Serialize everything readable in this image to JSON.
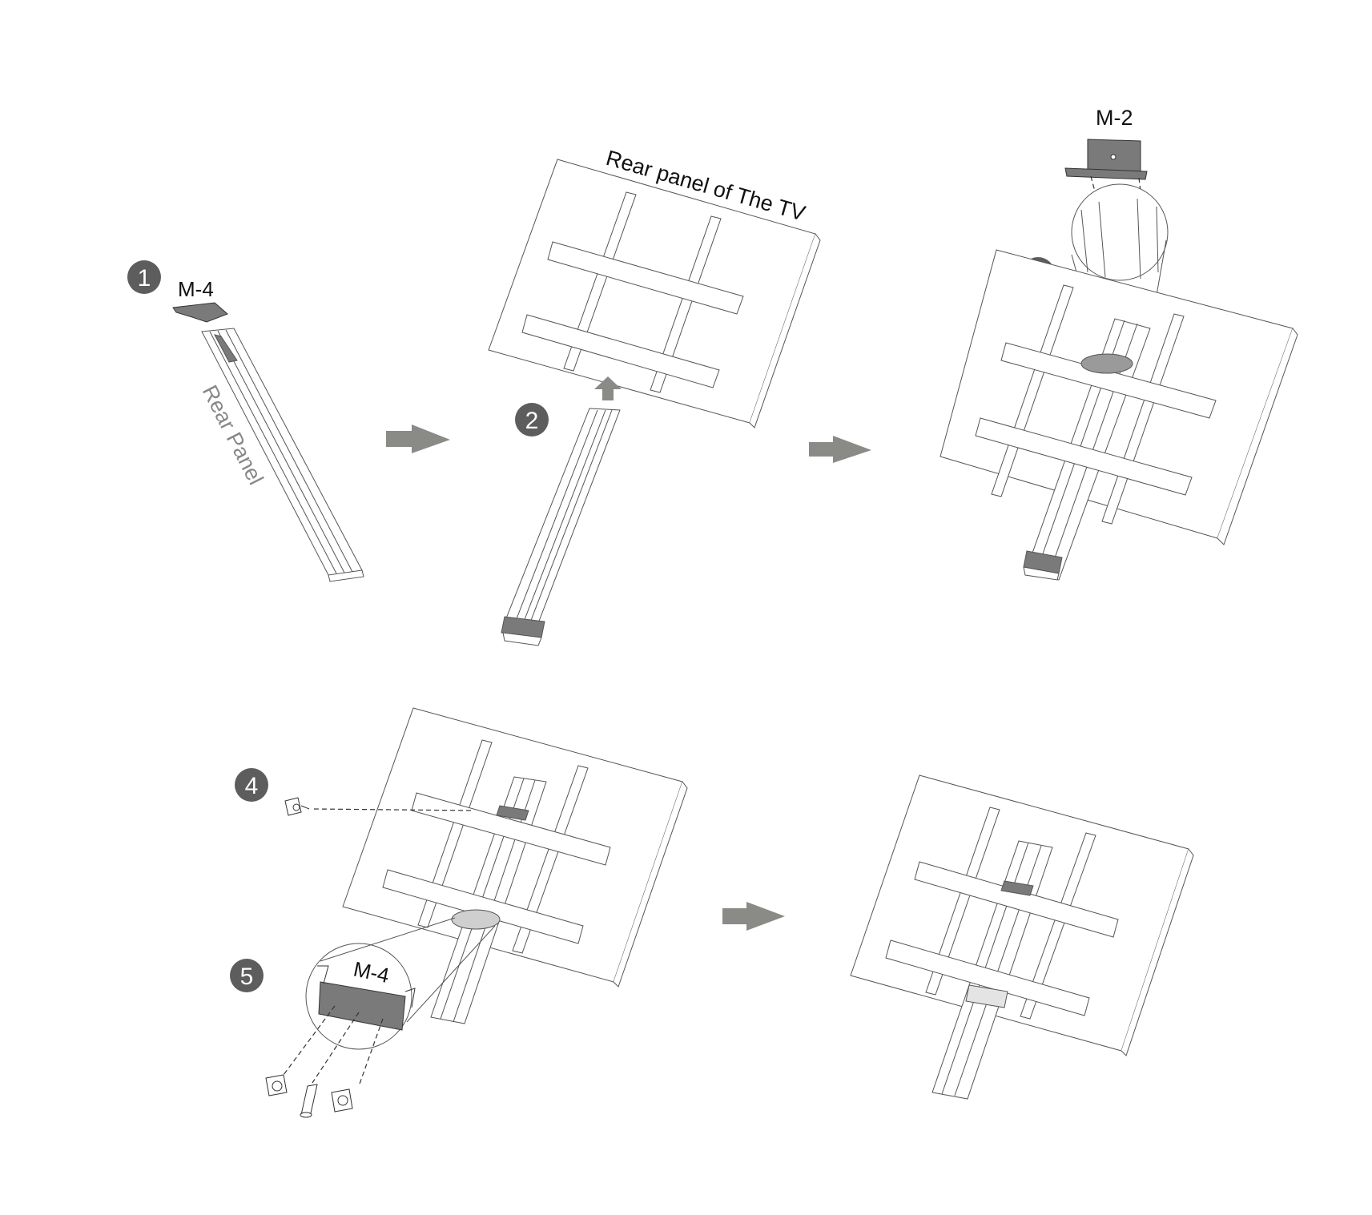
{
  "steps": [
    {
      "number": "1",
      "part_label": "M-4",
      "part_caption": "Rear Panel"
    },
    {
      "number": "2",
      "caption": "Rear panel of The TV"
    },
    {
      "number": "3",
      "part_label": "M-2"
    },
    {
      "number": "4"
    },
    {
      "number": "5",
      "part_label": "M-4"
    }
  ],
  "colors": {
    "badge": "#5d5d5d",
    "arrow": "#8a8a86",
    "bracket": "#7a7a7a",
    "line": "#555555",
    "caption_gray": "#888888"
  }
}
